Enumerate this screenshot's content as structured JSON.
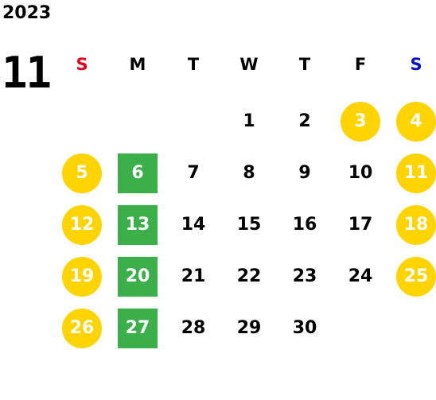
{
  "calendar": {
    "year": "2023",
    "month": "11",
    "weekdays": [
      {
        "label": "S",
        "color": "#E8001B"
      },
      {
        "label": "M",
        "color": "#000000"
      },
      {
        "label": "T",
        "color": "#000000"
      },
      {
        "label": "W",
        "color": "#000000"
      },
      {
        "label": "T",
        "color": "#000000"
      },
      {
        "label": "F",
        "color": "#000000"
      },
      {
        "label": "S",
        "color": "#0011CC"
      }
    ],
    "weeks": [
      [
        null,
        null,
        null,
        {
          "day": "1"
        },
        {
          "day": "2"
        },
        {
          "day": "3",
          "style": "holiday"
        },
        {
          "day": "4",
          "style": "holiday"
        }
      ],
      [
        {
          "day": "5",
          "style": "holiday"
        },
        {
          "day": "6",
          "style": "highlight"
        },
        {
          "day": "7"
        },
        {
          "day": "8"
        },
        {
          "day": "9"
        },
        {
          "day": "10"
        },
        {
          "day": "11",
          "style": "holiday"
        }
      ],
      [
        {
          "day": "12",
          "style": "holiday"
        },
        {
          "day": "13",
          "style": "highlight"
        },
        {
          "day": "14"
        },
        {
          "day": "15"
        },
        {
          "day": "16"
        },
        {
          "day": "17"
        },
        {
          "day": "18",
          "style": "holiday"
        }
      ],
      [
        {
          "day": "19",
          "style": "holiday"
        },
        {
          "day": "20",
          "style": "highlight"
        },
        {
          "day": "21"
        },
        {
          "day": "22"
        },
        {
          "day": "23"
        },
        {
          "day": "24"
        },
        {
          "day": "25",
          "style": "holiday"
        }
      ],
      [
        {
          "day": "26",
          "style": "holiday"
        },
        {
          "day": "27",
          "style": "highlight"
        },
        {
          "day": "28"
        },
        {
          "day": "29"
        },
        {
          "day": "30"
        },
        null,
        null
      ]
    ],
    "colors": {
      "holiday_circle": "#FFD400",
      "highlight_box": "#3AAF4A",
      "sunday_label": "#E8001B",
      "saturday_label": "#0011CC"
    }
  }
}
